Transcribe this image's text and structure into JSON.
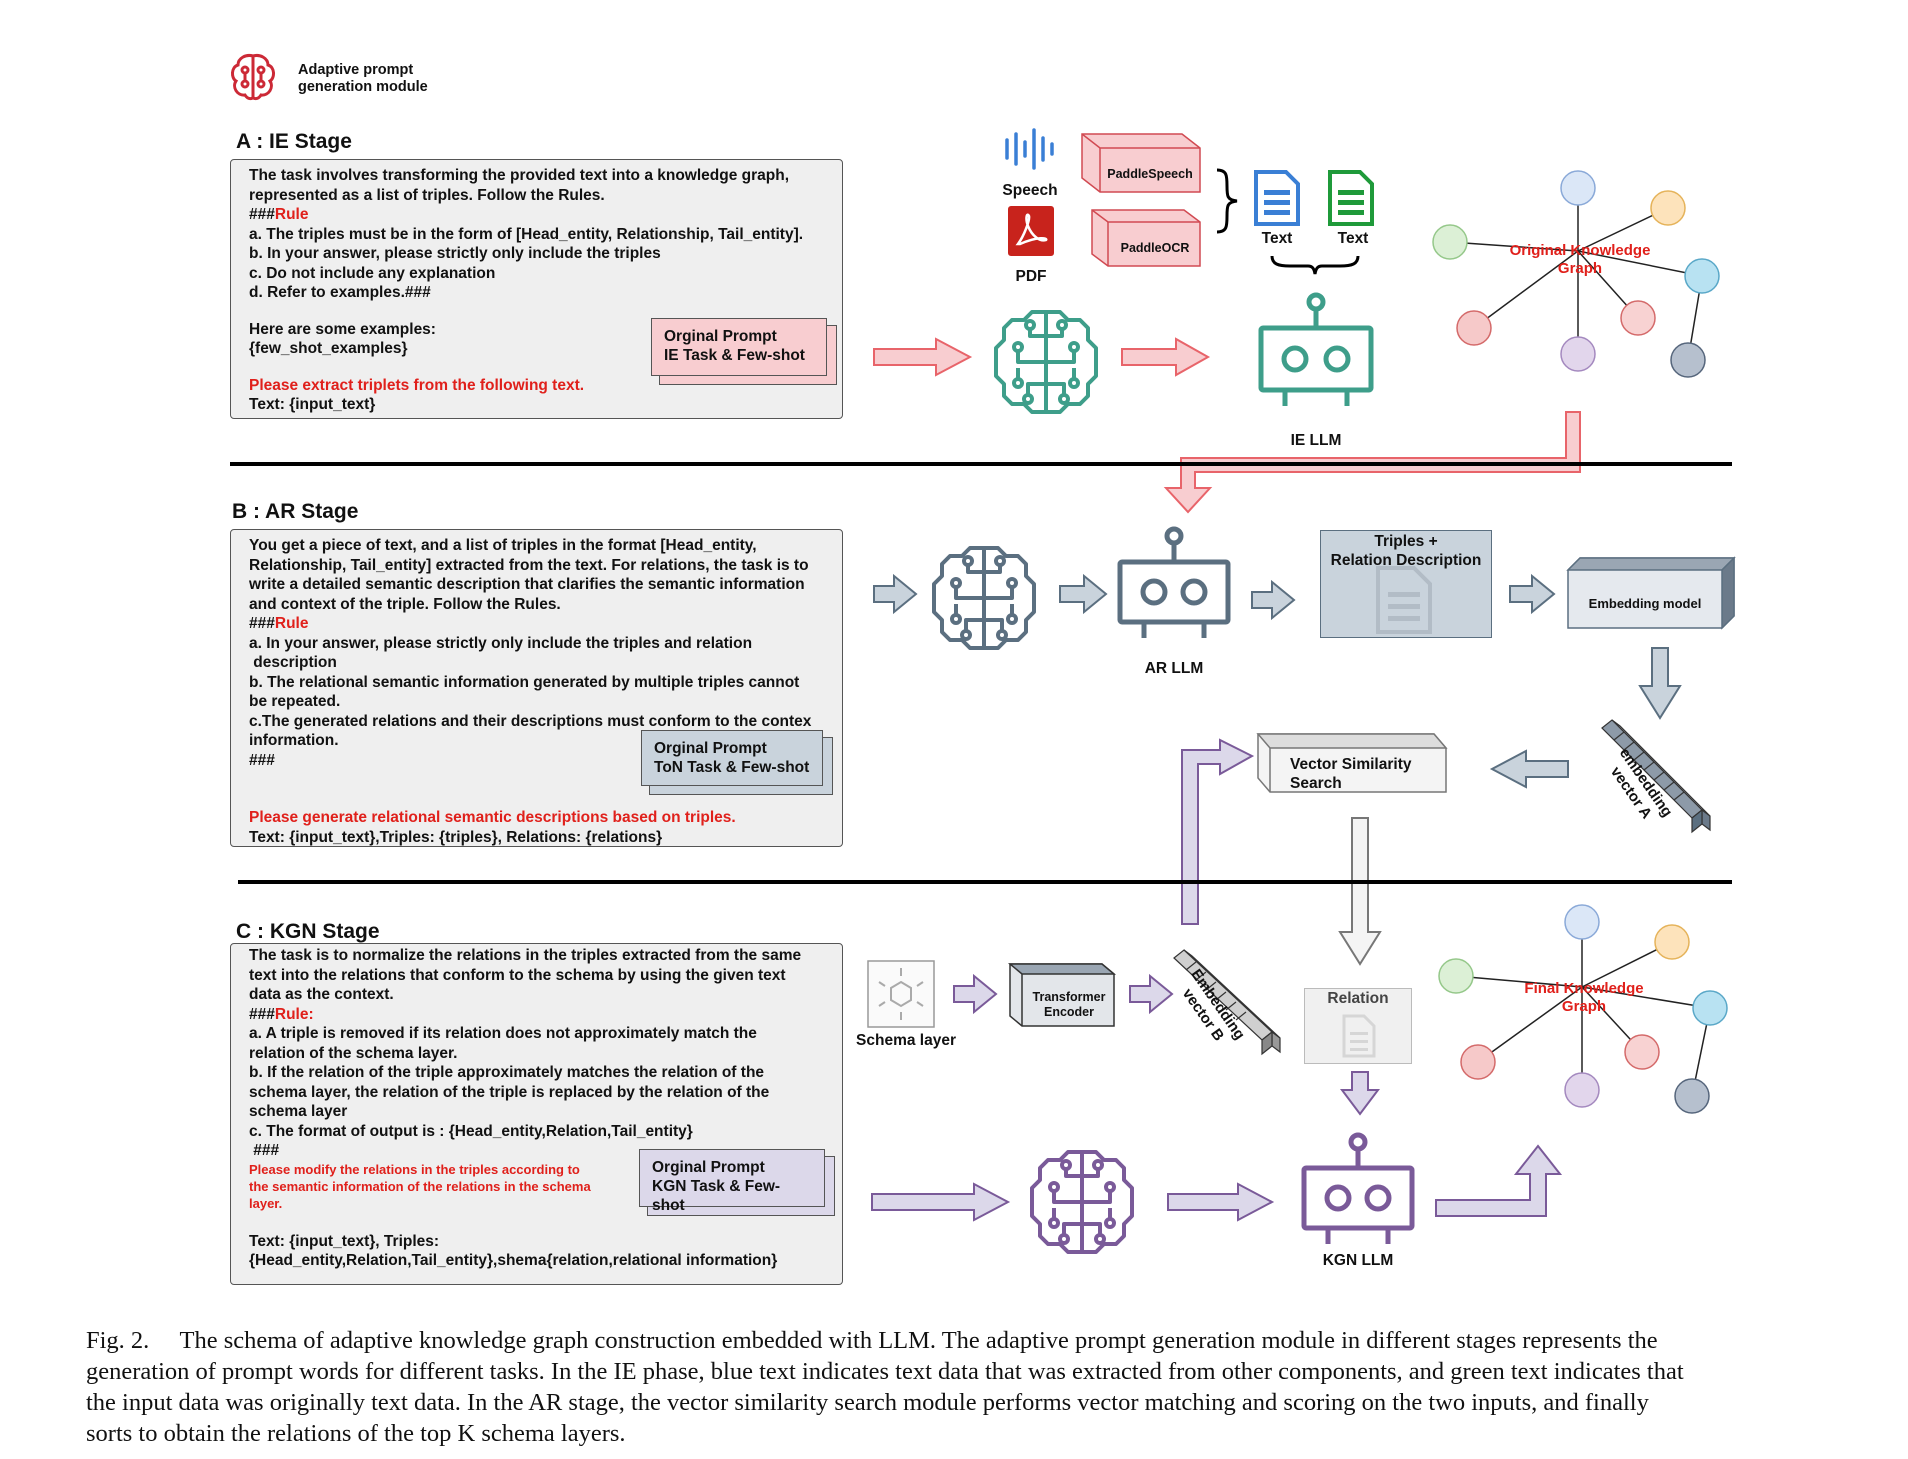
{
  "module_label": [
    "Adaptive prompt",
    "generation module"
  ],
  "stage_a": {
    "title": "A : IE Stage",
    "lines": [
      "The task involves transforming the provided text into a knowledge graph,",
      "represented as a list of triples. Follow the Rules.",
      "###",
      "a. The triples must be in the form of [Head_entity, Relationship, Tail_entity].",
      "b. In your answer, please strictly only include the triples",
      "c. Do not include any explanation",
      "d. Refer to examples.###",
      "",
      "Here are some examples:",
      "{few_shot_examples}",
      "",
      "Please extract triplets from the following text.",
      "Text: {input_text}"
    ],
    "rule_word": "Rule",
    "tag": [
      "Orginal Prompt",
      "IE Task & Few-shot"
    ],
    "speech_label": "Speech",
    "pdf_label": "PDF",
    "paddle_speech": "PaddleSpeech",
    "paddle_ocr": "PaddleOCR",
    "text_label_1": "Text",
    "text_label_2": "Text",
    "llm_label": "IE LLM",
    "graph_label": [
      "Original Knowledge",
      "Graph"
    ]
  },
  "stage_b": {
    "title": "B : AR Stage",
    "lines": [
      "You get a piece of text, and a list of triples in the format [Head_entity,",
      "Relationship, Tail_entity] extracted from the text. For relations, the task is to",
      "write a detailed semantic description that clarifies the semantic information",
      "and context of the triple. Follow the Rules.",
      "###",
      "a. In your answer, please strictly only include the triples and relation",
      " description",
      "b. The relational semantic information generated by multiple triples cannot",
      "be repeated.",
      "c.The generated relations and their descriptions must conform to the contex",
      "information.",
      "###",
      "",
      "",
      "Please generate relational semantic descriptions based on triples.",
      "Text: {input_text},Triples: {triples}, Relations: {relations}"
    ],
    "rule_word": "Rule",
    "tag": [
      "Orginal Prompt",
      "ToN Task & Few-shot"
    ],
    "llm_label": "AR LLM",
    "triples_box": [
      "Triples +",
      "Relation Description"
    ],
    "embedding_model": "Embedding model",
    "vector_search": [
      "Vector Similarity",
      "Search"
    ],
    "embedding_a": [
      "embedding",
      "vector A"
    ]
  },
  "stage_c": {
    "title": "C : KGN Stage",
    "lines": [
      "The task is to normalize the relations in the triples extracted from the same",
      "text into the relations that conform to the schema by using the given text",
      "data as the context.",
      "###",
      "a. A triple is removed if its relation does not approximately match the",
      "relation of the schema layer.",
      "b. If the relation of the triple approximately matches the relation of the",
      "schema layer, the relation of the triple is replaced by the relation of the",
      "schema layer",
      "c. The format of output is : {Head_entity,Relation,Tail_entity}",
      " ###"
    ],
    "rule_word": "Rule:",
    "red_lines": [
      "Please modify the relations in the triples according to",
      "the semantic information of the relations in the schema",
      "layer."
    ],
    "tail_lines": [
      "Text: {input_text}, Triples:",
      "{Head_entity,Relation,Tail_entity},shema{relation,relational information}"
    ],
    "tag": [
      "Orginal Prompt",
      "KGN Task & Few-shot"
    ],
    "schema_label": "Schema layer",
    "transformer": [
      "Transformer",
      "Encoder"
    ],
    "embedding_b": [
      "Embedding",
      "vector B"
    ],
    "relation_label": "Relation",
    "llm_label": "KGN LLM",
    "graph_label": [
      "Final Knowledge",
      "Graph"
    ]
  },
  "caption_lines": [
    "Fig. 2.  The schema of adaptive knowledge graph construction embedded with LLM. The adaptive prompt generation module in different stages represents the",
    "generation of prompt words for different tasks. In the IE phase, blue text indicates text data that was extracted from other components, and green text indicates that",
    "the input data was originally text data. In the AR stage, the vector similarity search module performs vector matching and scoring on the two inputs, and finally",
    "sorts to obtain the relations of the top K schema layers."
  ],
  "colors": {
    "stage_a": "#e8646a",
    "stage_a_fill": "#f8cdd0",
    "stage_a_brain": "#3e9e8a",
    "stage_b": "#5b6f80",
    "stage_b_fill": "#c9d3dc",
    "stage_c": "#7a5a99",
    "stage_c_fill": "#dcd8ea",
    "rule_red": "#e0201b"
  }
}
